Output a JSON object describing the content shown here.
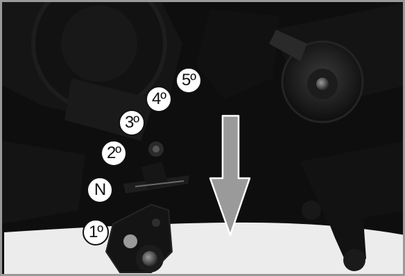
{
  "figure": {
    "subject": "motorcycle gear shift pedal",
    "colors": {
      "background": "#0e0e0e",
      "floor": "#ececec",
      "arrow_fill": "#9a9a9a",
      "arrow_outline": "#ffffff",
      "frame_border": "#9a9a9a"
    }
  },
  "gear_labels": [
    "1º",
    "N",
    "2º",
    "3º",
    "4º",
    "5º"
  ],
  "arrow": {
    "direction": "down",
    "icon": "arrow-down-icon"
  }
}
